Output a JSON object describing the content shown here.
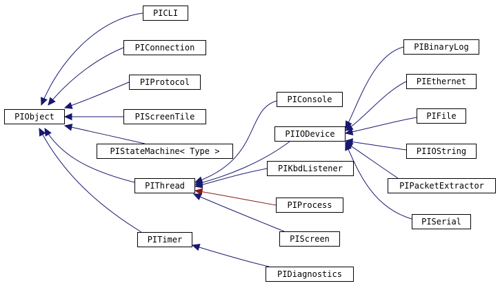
{
  "colors": {
    "edge_default": "#191970",
    "edge_protected": "#8b1a1a",
    "node_border": "#000000",
    "node_fill": "#ffffff"
  },
  "nodes": {
    "picli": "PICLI",
    "piconnection": "PIConnection",
    "piprotocol": "PIProtocol",
    "piobject": "PIObject",
    "piscreentile": "PIScreenTile",
    "pistatemachine": "PIStateMachine< Type >",
    "pithread": "PIThread",
    "pitimer": "PITimer",
    "piconsole": "PIConsole",
    "piiodevice": "PIIODevice",
    "pikbdlistener": "PIKbdListener",
    "piprocess": "PIProcess",
    "piscreen": "PIScreen",
    "pidiagnostics": "PIDiagnostics",
    "pibinarylog": "PIBinaryLog",
    "piethernet": "PIEthernet",
    "pifile": "PIFile",
    "piiostring": "PIIOString",
    "pipacketextractor": "PIPacketExtractor",
    "piserial": "PISerial"
  },
  "edges": [
    {
      "child": "picli",
      "parent": "piobject",
      "kind": "public"
    },
    {
      "child": "piconnection",
      "parent": "piobject",
      "kind": "public"
    },
    {
      "child": "piprotocol",
      "parent": "piobject",
      "kind": "public"
    },
    {
      "child": "piscreentile",
      "parent": "piobject",
      "kind": "public"
    },
    {
      "child": "pistatemachine",
      "parent": "piobject",
      "kind": "public"
    },
    {
      "child": "pithread",
      "parent": "piobject",
      "kind": "public"
    },
    {
      "child": "pitimer",
      "parent": "piobject",
      "kind": "public"
    },
    {
      "child": "piconsole",
      "parent": "pithread",
      "kind": "public"
    },
    {
      "child": "piiodevice",
      "parent": "pithread",
      "kind": "public"
    },
    {
      "child": "pikbdlistener",
      "parent": "pithread",
      "kind": "public"
    },
    {
      "child": "piprocess",
      "parent": "pithread",
      "kind": "protected"
    },
    {
      "child": "piscreen",
      "parent": "pithread",
      "kind": "public"
    },
    {
      "child": "pidiagnostics",
      "parent": "pitimer",
      "kind": "public"
    },
    {
      "child": "pibinarylog",
      "parent": "piiodevice",
      "kind": "public"
    },
    {
      "child": "piethernet",
      "parent": "piiodevice",
      "kind": "public"
    },
    {
      "child": "pifile",
      "parent": "piiodevice",
      "kind": "public"
    },
    {
      "child": "piiostring",
      "parent": "piiodevice",
      "kind": "public"
    },
    {
      "child": "pipacketextractor",
      "parent": "piiodevice",
      "kind": "public"
    },
    {
      "child": "piserial",
      "parent": "piiodevice",
      "kind": "public"
    }
  ]
}
